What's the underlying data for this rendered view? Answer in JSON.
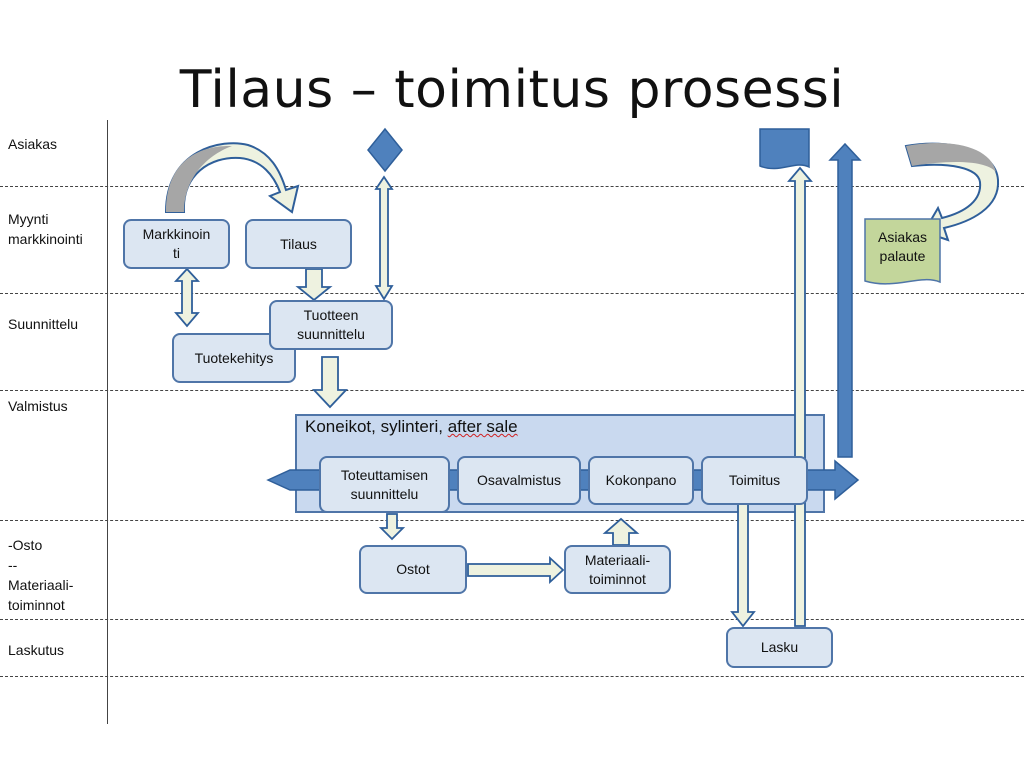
{
  "title": "Tilaus – toimitus prosessi",
  "lanes": [
    {
      "id": "asiakas",
      "label": "Asiakas"
    },
    {
      "id": "myynti",
      "label": "Myynti\nmarkkinointi"
    },
    {
      "id": "suunnittelu",
      "label": "Suunnittelu"
    },
    {
      "id": "valmistus",
      "label": "Valmistus"
    },
    {
      "id": "osto",
      "label": "-Osto\n--\nMateriaali-\ntoiminnot"
    },
    {
      "id": "laskutus",
      "label": "Laskutus"
    }
  ],
  "boxes": {
    "markkinointi": "Markkinoin\nti",
    "tilaus": "Tilaus",
    "tuotekehitys": "Tuotekehitys",
    "tuotteen_suunnittelu": "Tuotteen\nsuunnittelu",
    "toteuttamisen_suunnittelu": "Toteuttamisen\nsuunnittelu",
    "osavalmistus": "Osavalmistus",
    "kokonpano": "Kokonpano",
    "toimitus": "Toimitus",
    "ostot": "Ostot",
    "materiaalitoiminnot": "Materiaali-\ntoiminnot",
    "lasku": "Lasku"
  },
  "production_group": {
    "label_plain": "Koneikot, sylinteri, ",
    "label_spellcheck": "after sale"
  },
  "customer_feedback": "Asiakas\npalaute",
  "colors": {
    "box_fill": "#dce6f2",
    "box_border": "#4f75a8",
    "group_fill": "#c9d9ef",
    "accent_blue": "#4f81bd",
    "feedback_fill": "#c3d69b",
    "curved_arrow_gray": "#a6a6a6",
    "curved_arrow_light": "#eef2e0"
  }
}
